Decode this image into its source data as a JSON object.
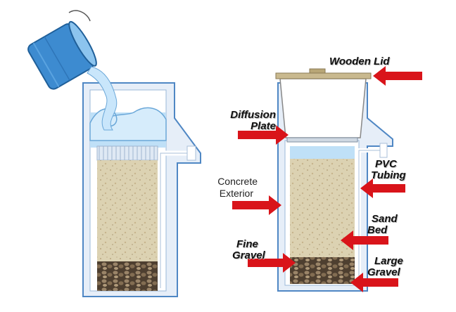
{
  "labels": {
    "wooden_lid": "Wooden Lid",
    "diffusion_plate": [
      "Diffusion",
      "Plate"
    ],
    "pvc_tubing": [
      "PVC",
      "Tubing"
    ],
    "concrete_exterior": [
      "Concrete",
      "Exterior"
    ],
    "sand_bed": [
      "Sand",
      "Bed"
    ],
    "fine_gravel": [
      "Fine",
      "Gravel"
    ],
    "large_gravel": [
      "Large",
      "Gravel"
    ]
  },
  "colors": {
    "concrete": "#e6eef8",
    "outline": "#4f87c4",
    "water": "#bfe0f7",
    "sand": "#d9cfae",
    "gravel": "#6b5a45",
    "arrow": "#d9141a",
    "lid": "#c9b98f",
    "bucket": "#3d8bd0",
    "pipe": "#ffffff"
  },
  "icons": {
    "bucket": "bucket-icon",
    "arrow": "red-arrow-icon"
  }
}
